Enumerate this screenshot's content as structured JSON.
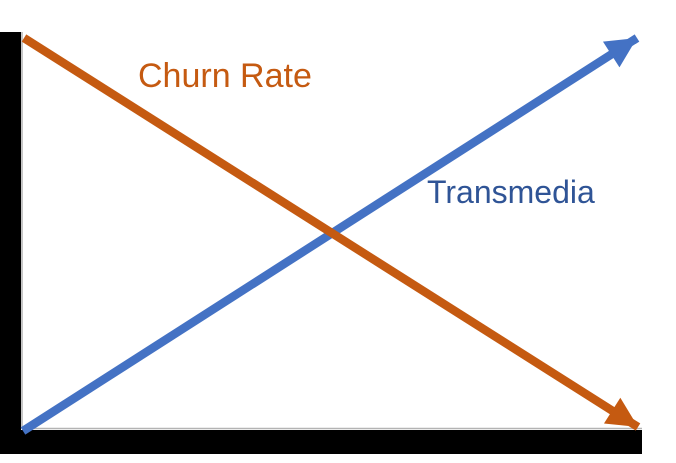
{
  "labels": {
    "churn": "Churn Rate",
    "transmedia": "Transmedia"
  },
  "colors": {
    "churn": "#C55A11",
    "transmedia_arrow": "#4472C4",
    "transmedia_label": "#2F5496",
    "axis": "#000000",
    "axis_edge": "#B3B3B3",
    "background": "#FFFFFF"
  },
  "chart_data": {
    "type": "line",
    "title": "",
    "xlabel": "",
    "ylabel": "",
    "x": [
      0,
      1
    ],
    "xlim": [
      0,
      1
    ],
    "ylim": [
      0,
      1
    ],
    "grid": false,
    "legend": "inline-labels",
    "axes_style": "thick-black-L-shaped, no ticks, no tick labels",
    "series": [
      {
        "name": "Churn Rate",
        "values": [
          1.0,
          0.0
        ],
        "direction": "decreasing",
        "color": "#C55A11",
        "marker": "arrowhead-end",
        "label_position": "above line, upper-left area"
      },
      {
        "name": "Transmedia",
        "values": [
          0.0,
          1.0
        ],
        "direction": "increasing",
        "color": "#4472C4",
        "label_color": "#2F5496",
        "marker": "arrowhead-end",
        "label_position": "below line, right-center area"
      }
    ],
    "annotations": [],
    "intersection": {
      "x": 0.5,
      "y": 0.5
    }
  }
}
